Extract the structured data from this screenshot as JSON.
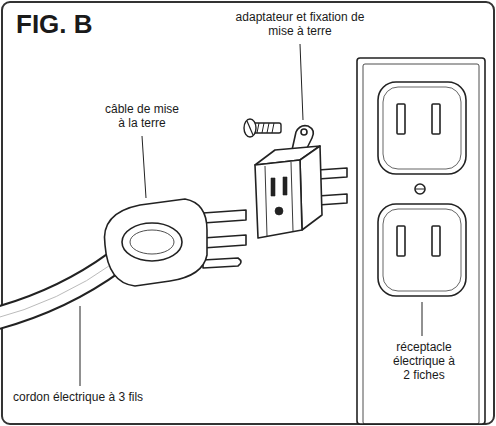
{
  "diagram": {
    "title": "FIG. B",
    "labels": [
      "adaptateur et fixation de mise à terre",
      "câble de mise à la terre",
      "cordon électrique à 3 fils",
      "réceptacle électrique à 2 fiches"
    ]
  }
}
